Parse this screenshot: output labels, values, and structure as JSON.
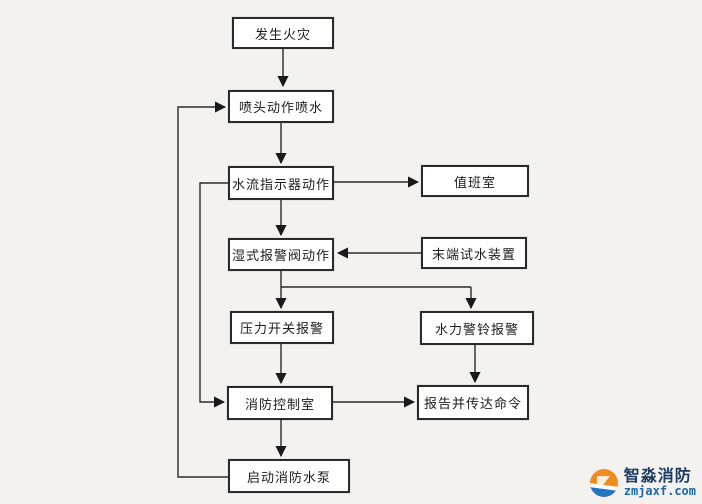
{
  "flowchart": {
    "nodes": {
      "fire": {
        "label": "发生火灾"
      },
      "sprinkler": {
        "label": "喷头动作喷水"
      },
      "flow_indicator": {
        "label": "水流指示器动作"
      },
      "duty_room": {
        "label": "值班室"
      },
      "wet_valve": {
        "label": "湿式报警阀动作"
      },
      "end_test": {
        "label": "末端试水装置"
      },
      "pressure_switch": {
        "label": "压力开关报警"
      },
      "hydraulic_bell": {
        "label": "水力警铃报警"
      },
      "control_room": {
        "label": "消防控制室"
      },
      "report": {
        "label": "报告并传达命令"
      },
      "start_pump": {
        "label": "启动消防水泵"
      }
    },
    "edges": [
      {
        "from": "fire",
        "to": "sprinkler"
      },
      {
        "from": "sprinkler",
        "to": "flow_indicator"
      },
      {
        "from": "flow_indicator",
        "to": "duty_room"
      },
      {
        "from": "flow_indicator",
        "to": "wet_valve"
      },
      {
        "from": "end_test",
        "to": "wet_valve"
      },
      {
        "from": "wet_valve",
        "to": "pressure_switch"
      },
      {
        "from": "wet_valve",
        "to": "hydraulic_bell"
      },
      {
        "from": "pressure_switch",
        "to": "control_room"
      },
      {
        "from": "hydraulic_bell",
        "to": "report"
      },
      {
        "from": "control_room",
        "to": "report"
      },
      {
        "from": "control_room",
        "to": "start_pump"
      },
      {
        "from": "flow_indicator",
        "to": "control_room"
      },
      {
        "from": "start_pump",
        "to": "sprinkler"
      }
    ]
  },
  "logo": {
    "brand": "智淼消防",
    "domain": "zmjaxf.com",
    "colors": {
      "orange": "#f18a1f",
      "blue": "#2277c0",
      "navy": "#1d3c63"
    }
  }
}
